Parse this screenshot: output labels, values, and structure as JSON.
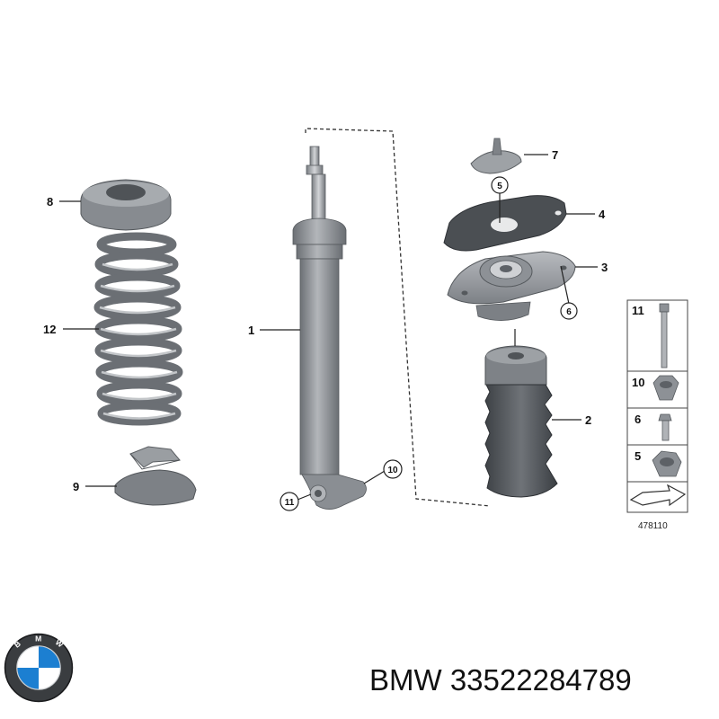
{
  "diagram": {
    "callouts": [
      {
        "id": "1",
        "name": "shock-absorber"
      },
      {
        "id": "2",
        "name": "dust-boot"
      },
      {
        "id": "3",
        "name": "strut-mount"
      },
      {
        "id": "4",
        "name": "gasket"
      },
      {
        "id": "5",
        "name": "mount-nut"
      },
      {
        "id": "6",
        "name": "mount-bolt"
      },
      {
        "id": "7",
        "name": "cap"
      },
      {
        "id": "8",
        "name": "upper-spring-pad"
      },
      {
        "id": "9",
        "name": "lower-spring-pad"
      },
      {
        "id": "10",
        "name": "lower-nut"
      },
      {
        "id": "11",
        "name": "lower-bolt"
      },
      {
        "id": "12",
        "name": "coil-spring"
      }
    ],
    "hardware_legend": [
      "11",
      "10",
      "6",
      "5"
    ],
    "reference_number": "478110"
  },
  "brand": "BMW",
  "part_number": "33522284789",
  "colors": {
    "part": "#8d9196",
    "part_dark": "#5f6368",
    "part_light": "#c4c7ca",
    "text": "#111111"
  }
}
